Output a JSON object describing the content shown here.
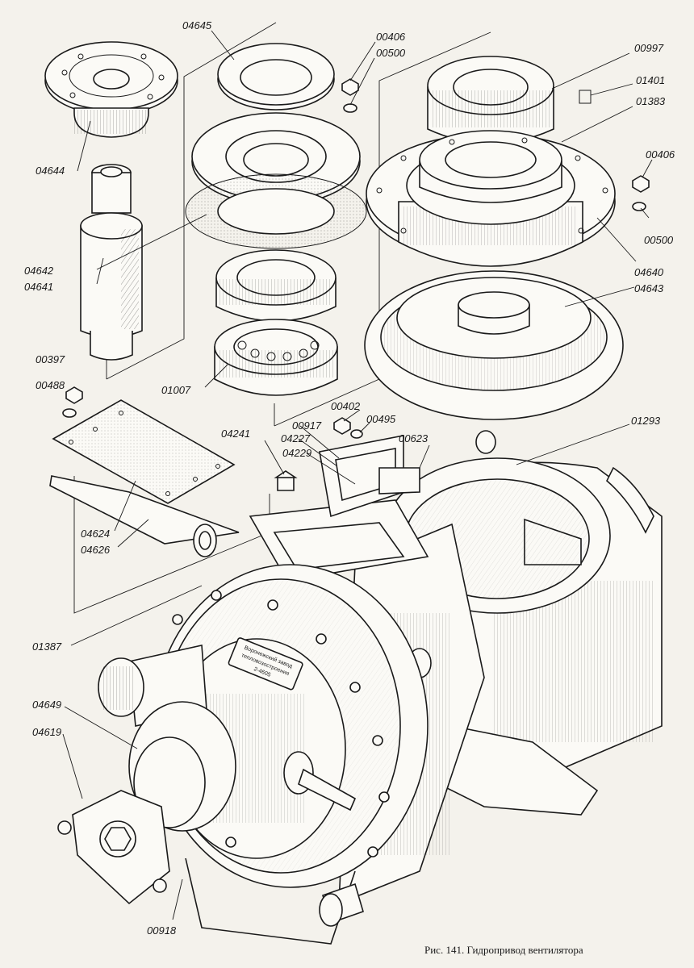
{
  "caption": "Рис. 141. Гидропривод вентилятора",
  "nameplate": {
    "line1": "Воронежский завод",
    "line2": "тепловозостроения",
    "line3": "2-4605"
  },
  "labels": {
    "p04645": "04645",
    "p00406a": "00406",
    "p00500a": "00500",
    "p00997": "00997",
    "p01401": "01401",
    "p01383": "01383",
    "p00406b": "00406",
    "p04644": "04644",
    "p04642": "04642",
    "p04641": "04641",
    "p00500b": "00500",
    "p04640": "04640",
    "p04643": "04643",
    "p00397": "00397",
    "p00488": "00488",
    "p01007": "01007",
    "p00402": "00402",
    "p00495": "00495",
    "p00917": "00917",
    "p04227": "04227",
    "p04229": "04229",
    "p00623": "00623",
    "p01293": "01293",
    "p04241": "04241",
    "p04624": "04624",
    "p04626": "04626",
    "p01387": "01387",
    "p04649": "04649",
    "p04619": "04619",
    "p00918": "00918"
  }
}
